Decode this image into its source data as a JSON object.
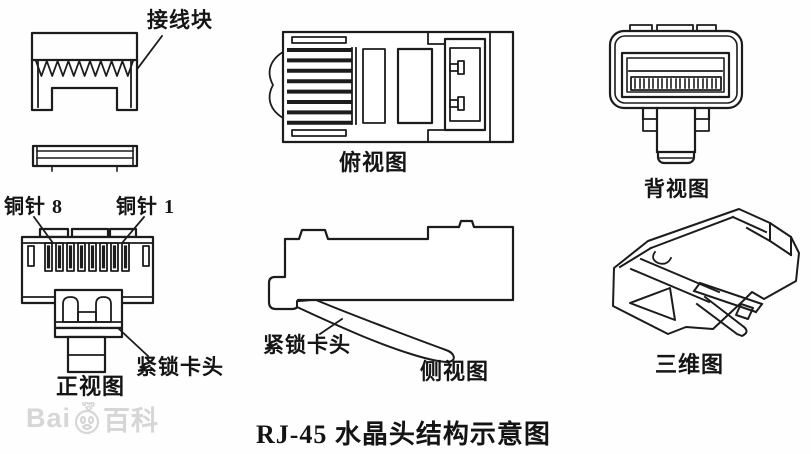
{
  "figure": {
    "title": "RJ-45 水晶头结构示意图"
  },
  "watermark": {
    "prefix": "Bai",
    "suffix": "百科"
  },
  "labels": {
    "wiring_block": "接线块",
    "copper_pin_8": "铜针 8",
    "copper_pin_1": "铜针 1",
    "front_latch": "紧锁卡头",
    "side_latch": "紧锁卡头",
    "front_view": "正视图",
    "top_view": "俯视图",
    "back_view": "背视图",
    "side_view": "侧视图",
    "three_d_view": "三维图"
  },
  "colors": {
    "line": "#1c1c1c",
    "background": "#fefefe",
    "watermark": "#d6d6d6",
    "text": "#141414"
  }
}
